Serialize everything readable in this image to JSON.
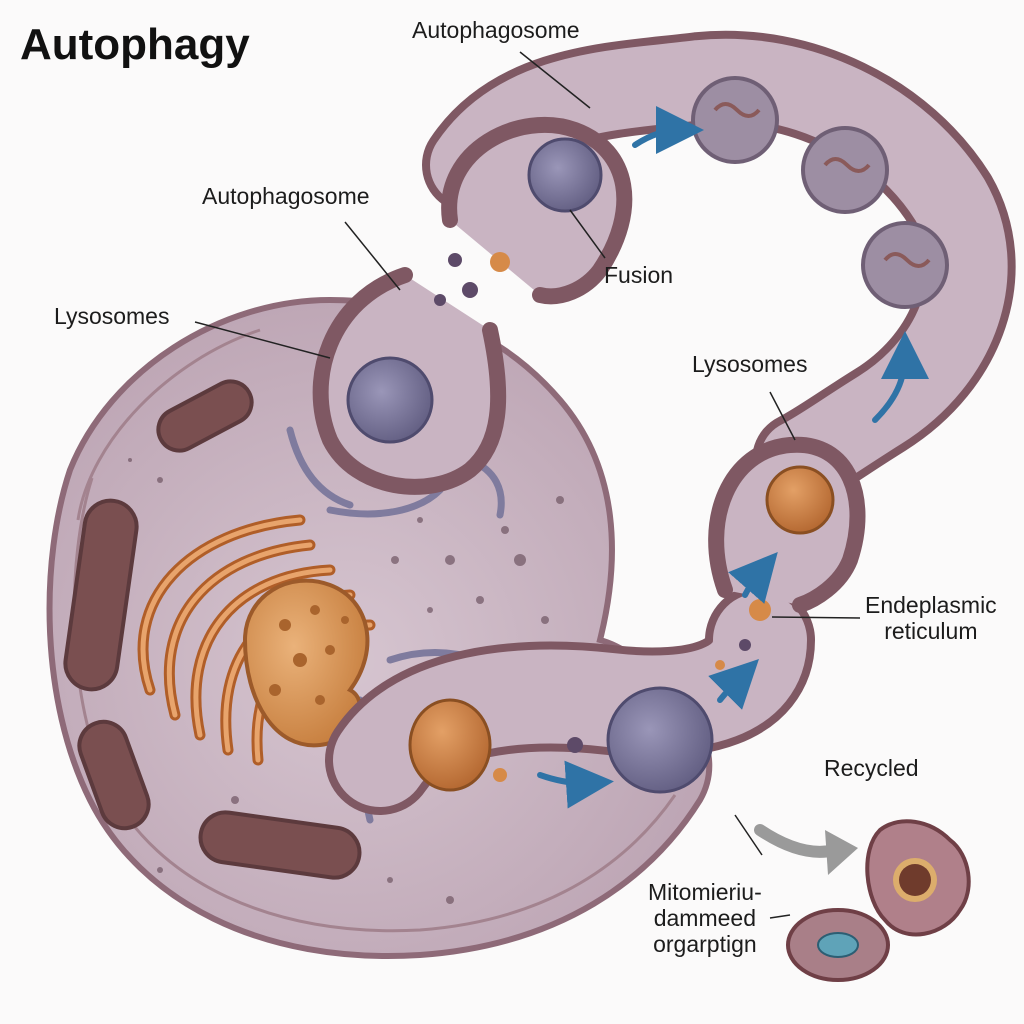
{
  "title": "Autophagy",
  "labels": {
    "autophagosome_top": "Autophagosome",
    "autophagosome_left": "Autophagosome",
    "lysosomes_left": "Lysosomes",
    "fusion": "Fusion",
    "lysosomes_right": "Lysosomes",
    "er_line1": "Endeplasmic",
    "er_line2": "reticulum",
    "recycled": "Recycled",
    "mito_line1": "Mitomieriu-",
    "mito_line2": "dammeed",
    "mito_line3": "orgarptign"
  },
  "colors": {
    "cytoplasm": "#cbb7c4",
    "membrane": "#8e6a78",
    "tube": "#c9b4c2",
    "tube_wall": "#7f5863",
    "golgi": "#cf7a3e",
    "nucleus": "#df9a59",
    "organelle_purple": "#7f7b9e",
    "mitochondria": "#7a4f50",
    "arrow_blue": "#2f73a6",
    "arrow_gray": "#9a9a9a"
  },
  "icons": [
    "blue-flow-arrow",
    "gray-recycle-arrow"
  ]
}
